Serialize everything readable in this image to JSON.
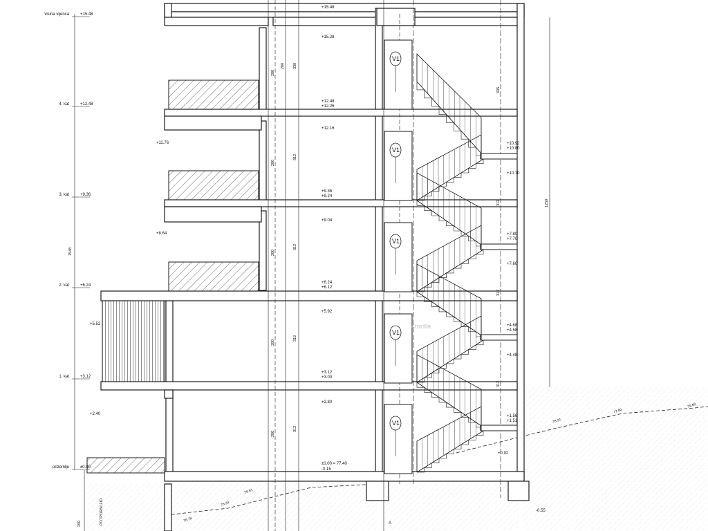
{
  "levels": [
    {
      "name": "visina vijenca",
      "elev": "+15.48"
    },
    {
      "name": "4. kat",
      "elev": "+12.48"
    },
    {
      "name": "3. kat",
      "elev": "+9.36"
    },
    {
      "name": "2. kat",
      "elev": "+6.24"
    },
    {
      "name": "1. kat",
      "elev": "+3.12"
    },
    {
      "name": "prizemlje",
      "elev": "±0.00"
    }
  ],
  "elevation_marks": {
    "top": "+15.48",
    "f4_top": "+12.48",
    "f4_bot": "+12.26",
    "f4_ceiling": "+15.28",
    "f3_top": "+9.36",
    "f3_bot": "+9.24",
    "f3_ceiling": "+12.16",
    "f2_top": "+6.24",
    "f2_bot": "+6.12",
    "f2_ceiling": "+9.04",
    "f1_top": "+3.12",
    "f1_bot": "+3.00",
    "f1_ceiling": "+5.92",
    "f0_top": "±0.00 = 77.40",
    "f0_bot": "-0.15",
    "f0_ceiling": "+2.80",
    "balcony_11": "+11.76",
    "balcony_8": "+8.64",
    "canopy_5": "+5.52",
    "canopy_2": "+2.40",
    "landing_10a": "+10.92",
    "landing_10b": "+10.80",
    "landing_10c": "+10.70",
    "landing_7a": "+7.80",
    "landing_7b": "+7.70",
    "landing_7c": "+7.60",
    "landing_4a": "+4.68",
    "landing_4b": "+4.58",
    "landing_4c": "+4.48",
    "landing_1a": "+1.56",
    "landing_1b": "+1.51",
    "landing_side": "+0.92",
    "base_right": "-0.55"
  },
  "dimensions": {
    "storey": "312",
    "clear": "280",
    "top_storey": "330",
    "top_clear": "280",
    "total_left": "1548",
    "total_right": "1250",
    "stair_top": "435",
    "stair_flight": "312",
    "basement": "250"
  },
  "door_label": "V1",
  "terrain_labels": [
    "78.91",
    "77.90",
    "79.60",
    "76.51",
    "76.33",
    "76.78"
  ],
  "section_mark": "A",
  "foundation_note": "POTPORNI ZID",
  "watermark": "crozilla",
  "colors": {
    "line": "#1a1a1a",
    "hatch": "#444444",
    "terrain": "#999999",
    "background": "#ffffff"
  }
}
